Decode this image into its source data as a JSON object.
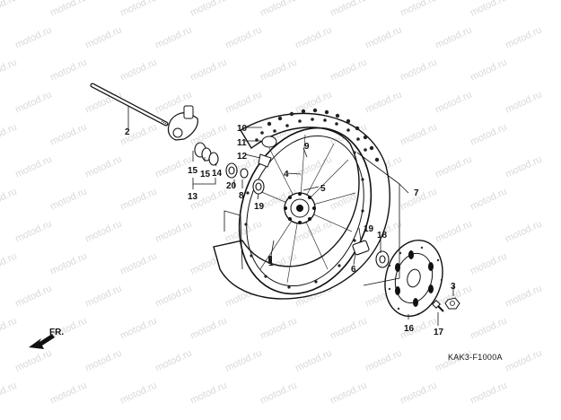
{
  "watermark": "motod.ru",
  "diagram_code": "KAK3-F1000A",
  "direction_arrow": {
    "label": "FR.",
    "icon": "front-direction-arrow-icon"
  },
  "part_labels": [
    "1",
    "2",
    "3",
    "4",
    "5",
    "6",
    "7",
    "8",
    "9",
    "10",
    "11",
    "12",
    "13",
    "14",
    "15",
    "15",
    "16",
    "17",
    "18",
    "19",
    "19",
    "20"
  ]
}
